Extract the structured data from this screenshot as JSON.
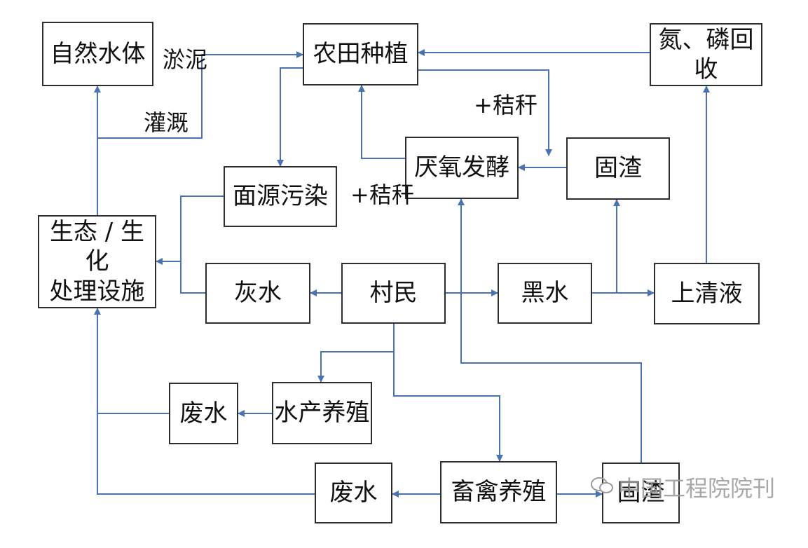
{
  "nodes": {
    "natural_water": "自然水体",
    "farmland": "农田种植",
    "np_recovery": "氮、磷回收",
    "anaerobic": "厌氧发酵",
    "solid_residue_top": "固渣",
    "nonpoint_pollution": "面源污染",
    "eco_treatment": "生态 / 生化\n处理设施",
    "greywater": "灰水",
    "villagers": "村民",
    "blackwater": "黑水",
    "supernatant": "上清液",
    "wastewater_aqua": "废水",
    "aquaculture": "水产养殖",
    "wastewater_livestock": "废水",
    "livestock": "畜禽养殖",
    "solid_residue_bottom": "固渣"
  },
  "labels": {
    "sludge": "淤泥",
    "irrigation": "灌溉",
    "straw_top": "+秸秆",
    "straw_left": "+秸秆"
  },
  "watermark": "中国工程院院刊",
  "colors": {
    "arrow": "#4a72b0",
    "border": "#2e2e2e"
  }
}
